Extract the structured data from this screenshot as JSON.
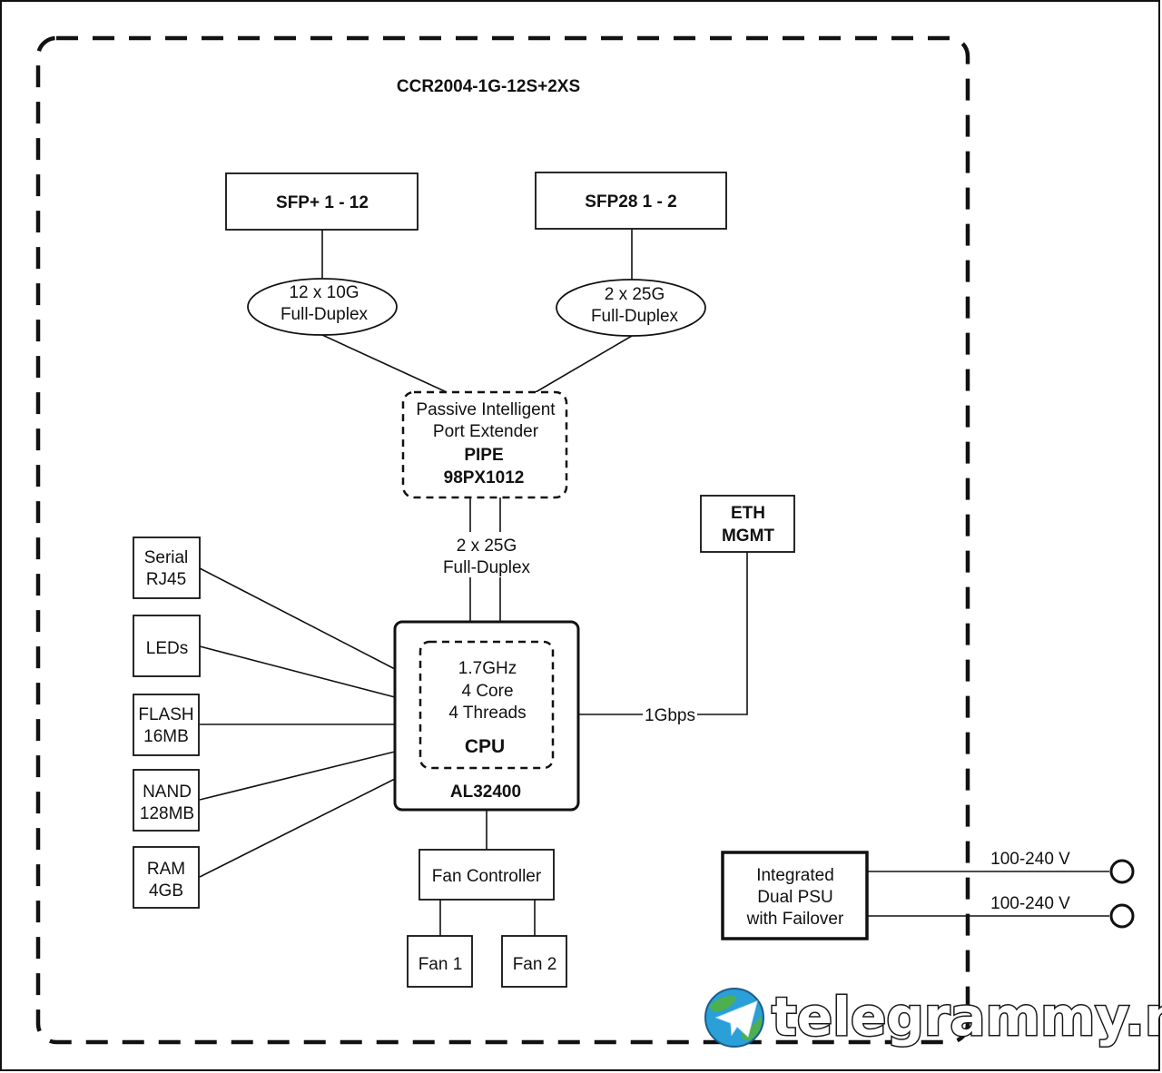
{
  "title": "CCR2004-1G-12S+2XS",
  "ports": {
    "sfp_plus": "SFP+ 1 - 12",
    "sfp28": "SFP28 1 - 2",
    "sfp_plus_link": [
      "12 x 10G",
      "Full-Duplex"
    ],
    "sfp28_link": [
      "2 x 25G",
      "Full-Duplex"
    ]
  },
  "pipe": {
    "lines": [
      "Passive Intelligent",
      "Port Extender"
    ],
    "name": "PIPE",
    "model": "98PX1012",
    "link": [
      "2 x 25G",
      "Full-Duplex"
    ]
  },
  "eth": {
    "lines": [
      "ETH",
      "MGMT"
    ],
    "link": "1Gbps"
  },
  "cpu": {
    "specs": [
      "1.7GHz",
      "4 Core",
      "4 Threads"
    ],
    "label": "CPU",
    "model": "AL32400"
  },
  "peripherals": {
    "serial": [
      "Serial",
      "RJ45"
    ],
    "leds": "LEDs",
    "flash": [
      "FLASH",
      "16MB"
    ],
    "nand": [
      "NAND",
      "128MB"
    ],
    "ram": [
      "RAM",
      "4GB"
    ]
  },
  "fan": {
    "controller": "Fan Controller",
    "fan1": "Fan 1",
    "fan2": "Fan 2"
  },
  "psu": {
    "lines": [
      "Integrated",
      "Dual PSU",
      "with Failover"
    ],
    "input1": "100-240 V",
    "input2": "100-240 V"
  },
  "watermark": "telegrammy.net",
  "colors": {
    "line": "#111111",
    "background": "#ffffff",
    "logo_blue": "#2a9fd8",
    "logo_green": "#4caf50"
  },
  "icons": {
    "logo": "telegram-globe-icon",
    "power_input": "power-connector-icon"
  }
}
